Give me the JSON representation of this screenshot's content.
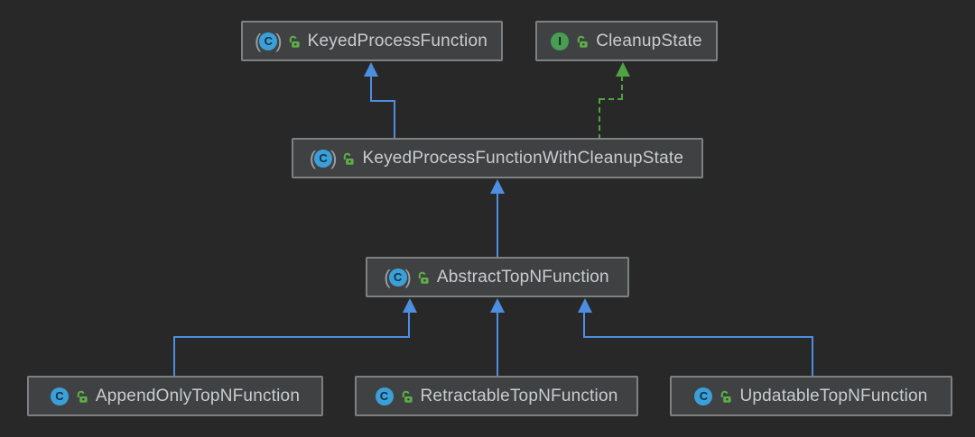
{
  "diagram": {
    "type": "uml-class-diagram",
    "background": "#282828",
    "colors": {
      "node_fill": "#3f4143",
      "node_border": "#7e8082",
      "label_text": "#c9cdd0",
      "extends_arrow_blue": "#4d8ee0",
      "implements_arrow_green": "#4fa343",
      "class_icon_blue": "#3ba0d9",
      "interface_icon_green": "#499c54",
      "lock_icon_green": "#5fad49"
    },
    "icons": {
      "class_letter": "C",
      "interface_letter": "I",
      "abstract_paren_left": "(",
      "abstract_paren_right": ")",
      "visibility": "public-open-lock"
    },
    "nodes": [
      {
        "label": "KeyedProcessFunction",
        "kind": "abstract-class",
        "visibility": "public"
      },
      {
        "label": "CleanupState",
        "kind": "interface",
        "visibility": "public"
      },
      {
        "label": "KeyedProcessFunctionWithCleanupState",
        "kind": "abstract-class",
        "visibility": "public"
      },
      {
        "label": "AbstractTopNFunction",
        "kind": "abstract-class",
        "visibility": "public"
      },
      {
        "label": "AppendOnlyTopNFunction",
        "kind": "class",
        "visibility": "public"
      },
      {
        "label": "RetractableTopNFunction",
        "kind": "class",
        "visibility": "public"
      },
      {
        "label": "UpdatableTopNFunction",
        "kind": "class",
        "visibility": "public"
      }
    ],
    "edges": [
      {
        "from": "KeyedProcessFunctionWithCleanupState",
        "to": "KeyedProcessFunction",
        "relation": "extends",
        "style": "solid-blue"
      },
      {
        "from": "KeyedProcessFunctionWithCleanupState",
        "to": "CleanupState",
        "relation": "implements",
        "style": "dashed-green"
      },
      {
        "from": "AbstractTopNFunction",
        "to": "KeyedProcessFunctionWithCleanupState",
        "relation": "extends",
        "style": "solid-blue"
      },
      {
        "from": "AppendOnlyTopNFunction",
        "to": "AbstractTopNFunction",
        "relation": "extends",
        "style": "solid-blue"
      },
      {
        "from": "RetractableTopNFunction",
        "to": "AbstractTopNFunction",
        "relation": "extends",
        "style": "solid-blue"
      },
      {
        "from": "UpdatableTopNFunction",
        "to": "AbstractTopNFunction",
        "relation": "extends",
        "style": "solid-blue"
      }
    ]
  }
}
